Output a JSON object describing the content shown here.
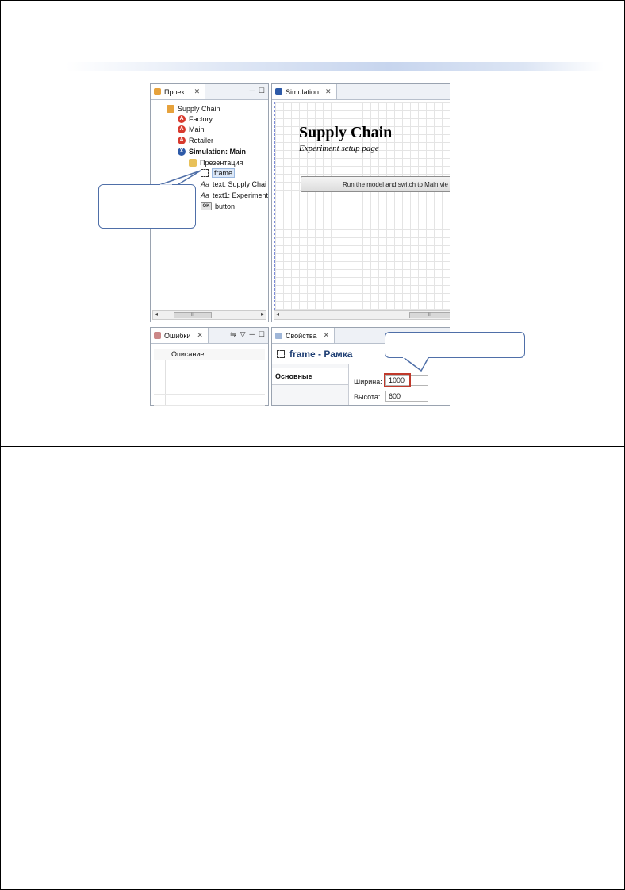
{
  "project_panel": {
    "tab_label": "Проект",
    "close_glyph": "✕",
    "minimize_glyph": "─",
    "maximize_glyph": "☐",
    "tree": {
      "root": "Supply Chain",
      "factory": "Factory",
      "main": "Main",
      "retailer": "Retailer",
      "simulation": "Simulation: Main",
      "presentation": "Презентация",
      "frame": "frame",
      "text": "text: Supply Chai",
      "text1": "text1: Experiment",
      "button": "button"
    },
    "scroll_thumb_label": "III"
  },
  "simulation_panel": {
    "tab_label": "Simulation",
    "close_glyph": "✕",
    "heading": "Supply Chain",
    "subheading": "Experiment setup page",
    "run_button_label": "Run the model and switch to Main vie",
    "scroll_thumb_label": "III"
  },
  "errors_panel": {
    "tab_label": "Ошибки",
    "close_glyph": "✕",
    "column_header": "Описание"
  },
  "properties_panel": {
    "tab_label": "Свойства",
    "close_glyph": "✕",
    "title": "frame - Рамка",
    "section": "Основные",
    "width_label": "Ширина:",
    "width_value": "1000",
    "height_label": "Высота:",
    "height_value": "600"
  },
  "icons": {
    "red_a": "A",
    "blue_x": "X",
    "aa": "Aa",
    "ok": "OK",
    "scroll_left": "◂",
    "scroll_right": "▸"
  },
  "colors": {
    "callout_border": "#4f6fa8",
    "highlight": "#c0392b",
    "agent_icon": "#d83a2e",
    "experiment_icon": "#2d5aa8"
  }
}
